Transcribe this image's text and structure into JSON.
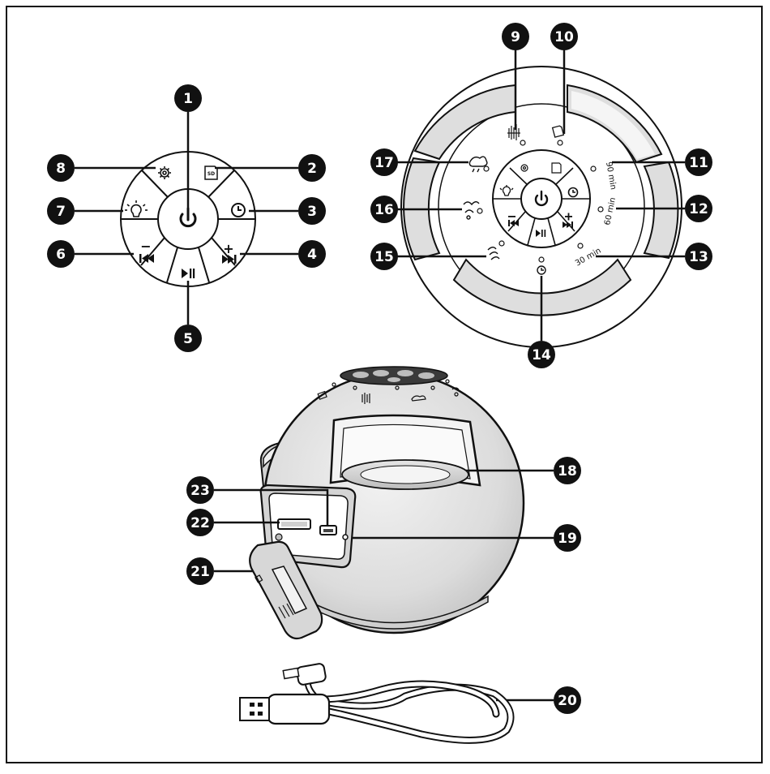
{
  "callouts": {
    "c1": "1",
    "c2": "2",
    "c3": "3",
    "c4": "4",
    "c5": "5",
    "c6": "6",
    "c7": "7",
    "c8": "8",
    "c9": "9",
    "c10": "10",
    "c11": "11",
    "c12": "12",
    "c13": "13",
    "c14": "14",
    "c15": "15",
    "c16": "16",
    "c17": "17",
    "c18": "18",
    "c19": "19",
    "c20": "20",
    "c21": "21",
    "c22": "22",
    "c23": "23"
  },
  "button_labels": {
    "sd": "SD",
    "plus": "+",
    "minus": "−"
  },
  "timer_labels": {
    "t90": "90 min",
    "t60": "60 min",
    "t30": "30 min"
  },
  "colors": {
    "line": "#111111",
    "callout_fill": "#111111",
    "outer_ring": "#d8d8d8",
    "speaker_body": "#e4e4e4",
    "handle_opening": "#f4f4f4"
  },
  "icons": {
    "power": "power-icon",
    "settings": "gear-icon",
    "sd": "sd-card-icon",
    "timer": "clock-icon",
    "next_volume_up": "skip-forward-plus-icon",
    "play_pause": "play-pause-icon",
    "prev_volume_down": "skip-back-minus-icon",
    "light": "light-bulb-icon",
    "white_noise": "white-noise-icon",
    "sd_mode": "sd-mode-icon",
    "nature_wind": "wind-rain-icon",
    "birds": "birds-icon",
    "sea_waves": "waves-icon",
    "timer_indicator": "clock-indicator-icon"
  }
}
